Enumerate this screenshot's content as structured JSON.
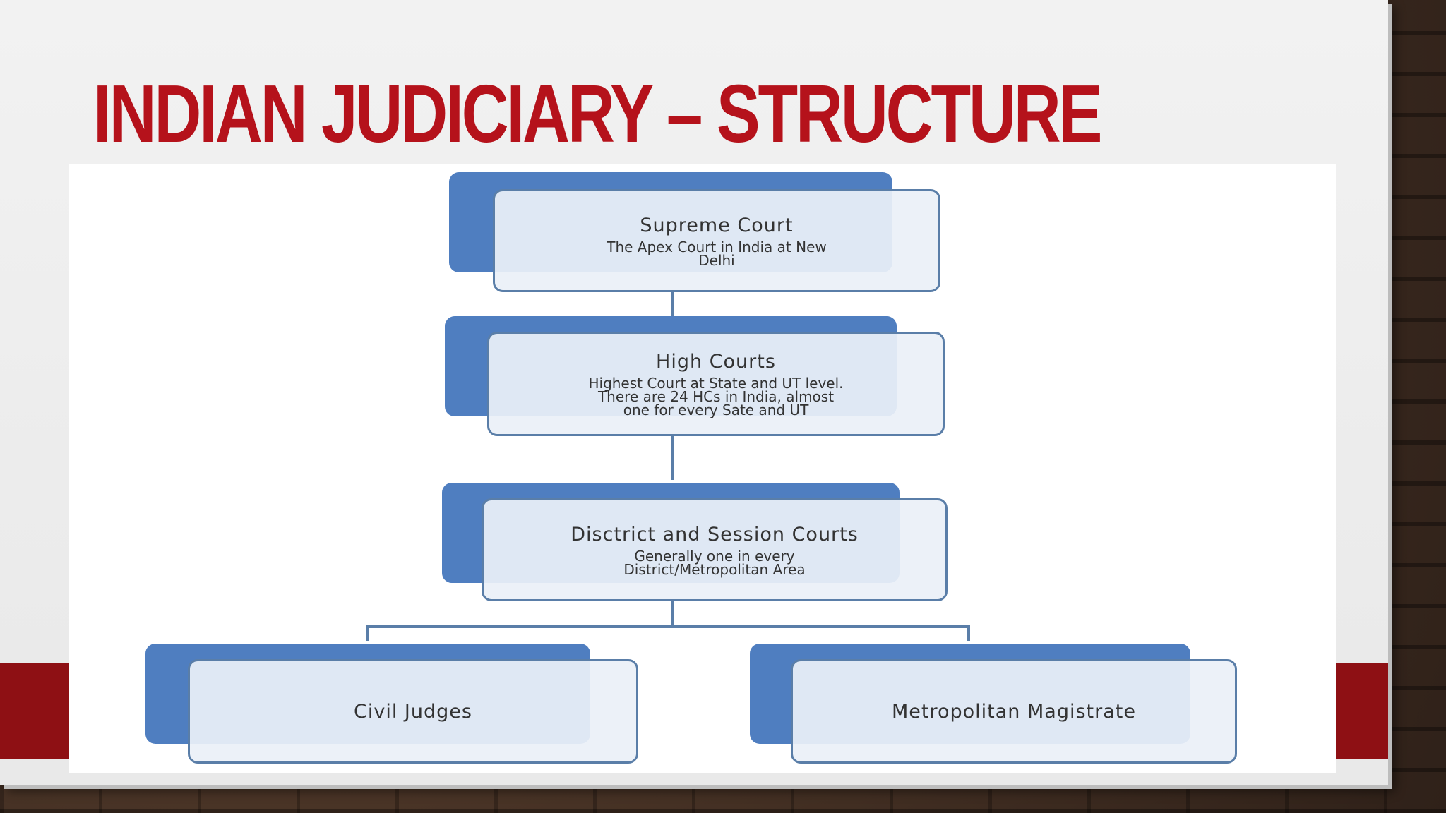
{
  "slide": {
    "title": "INDIAN JUDICIARY – STRUCTURE"
  },
  "diagram": {
    "nodes": [
      {
        "id": "supreme-court",
        "name": "Supreme Court",
        "description_lines": [
          "The Apex Court in India at New",
          "Delhi"
        ]
      },
      {
        "id": "high-courts",
        "name": "High Courts",
        "description_lines": [
          "Highest Court at State and UT level.",
          "There are 24 HCs in India, almost",
          "one for every Sate and UT"
        ]
      },
      {
        "id": "district-session-courts",
        "name": "Disctrict and Session  Courts",
        "description_lines": [
          "Generally one in every",
          "District/Metropolitan Area"
        ]
      },
      {
        "id": "civil-judges",
        "name": "Civil Judges",
        "description_lines": []
      },
      {
        "id": "metropolitan-magistrate",
        "name": "Metropolitan Magistrate",
        "description_lines": []
      }
    ],
    "colors": {
      "back_fill": "#4f7ec0",
      "front_fill": "#ebf0f8",
      "border": "#5a7ea8",
      "title": "#b5121b",
      "band": "#8e1014"
    }
  }
}
